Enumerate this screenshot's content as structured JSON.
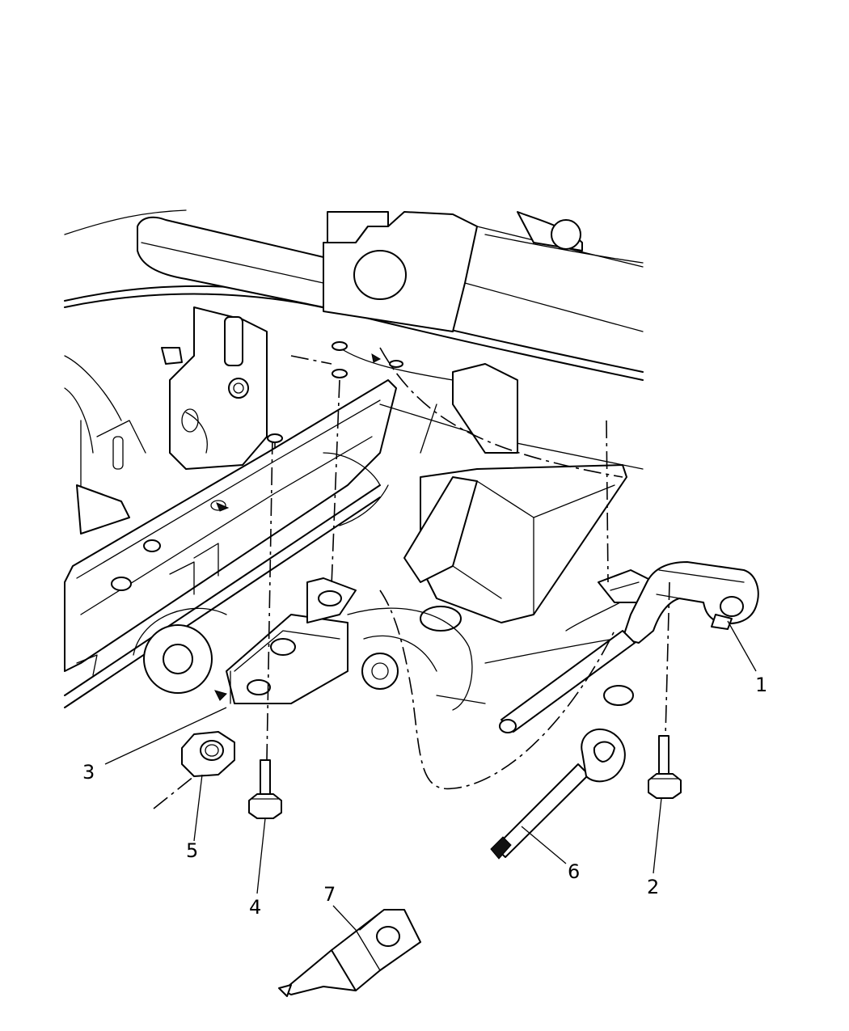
{
  "callouts": [
    {
      "id": "1",
      "label": "1",
      "part": "tow-hook"
    },
    {
      "id": "2",
      "label": "2",
      "part": "bolt"
    },
    {
      "id": "3",
      "label": "3",
      "part": "bracket"
    },
    {
      "id": "4",
      "label": "4",
      "part": "bolt"
    },
    {
      "id": "5",
      "label": "5",
      "part": "nut"
    },
    {
      "id": "6",
      "label": "6",
      "part": "eyebolt"
    },
    {
      "id": "7",
      "label": "7",
      "part": "bracket"
    }
  ]
}
